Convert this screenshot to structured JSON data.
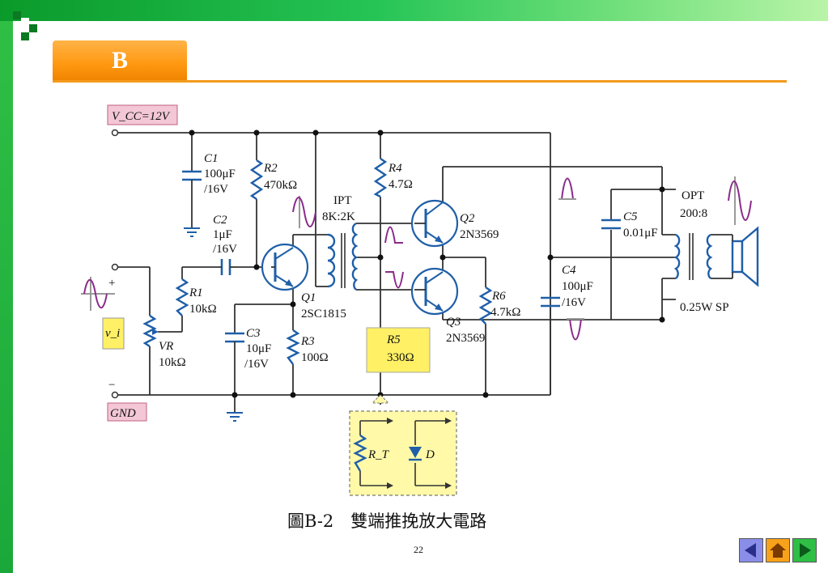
{
  "slide": {
    "tab_letter": "B",
    "caption": "圖B-2　雙端推挽放大電路",
    "page_number": "22"
  },
  "circuit": {
    "vcc": "V_CC=12V",
    "gnd": "GND",
    "vi": "v_i",
    "plus": "+",
    "minus": "−",
    "c1": {
      "name": "C1",
      "value": "100μF",
      "rating": "/16V"
    },
    "c2": {
      "name": "C2",
      "value": "1μF",
      "rating": "/16V"
    },
    "c3": {
      "name": "C3",
      "value": "10μF",
      "rating": "/16V"
    },
    "c4": {
      "name": "C4",
      "value": "100μF",
      "rating": "/16V"
    },
    "c5": {
      "name": "C5",
      "value": "0.01μF"
    },
    "r1": {
      "name": "R1",
      "value": "10kΩ"
    },
    "r2": {
      "name": "R2",
      "value": "470kΩ"
    },
    "r3": {
      "name": "R3",
      "value": "100Ω"
    },
    "r4": {
      "name": "R4",
      "value": "4.7Ω"
    },
    "r5": {
      "name": "R5",
      "value": "330Ω"
    },
    "r6": {
      "name": "R6",
      "value": "4.7kΩ"
    },
    "vr": {
      "name": "VR",
      "value": "10kΩ"
    },
    "q1": {
      "name": "Q1",
      "part": "2SC1815"
    },
    "q2": {
      "name": "Q2",
      "part": "2N3569"
    },
    "q3": {
      "name": "Q3",
      "part": "2N3569"
    },
    "ipt": {
      "name": "IPT",
      "ratio": "8K:2K"
    },
    "opt": {
      "name": "OPT",
      "ratio": "200:8"
    },
    "speaker": "0.25W SP",
    "rt": "R_T",
    "diode": "D"
  },
  "colors": {
    "accent_orange": "#ff9810",
    "label_pink_bg": "#f3c7d6",
    "label_yellow_bg": "#fff066",
    "component_blue": "#1f5fa8",
    "waveform_purple": "#8a2a8a"
  },
  "nav": {
    "prev_icon": "prev-arrow-icon",
    "home_icon": "home-icon",
    "next_icon": "next-arrow-icon"
  }
}
